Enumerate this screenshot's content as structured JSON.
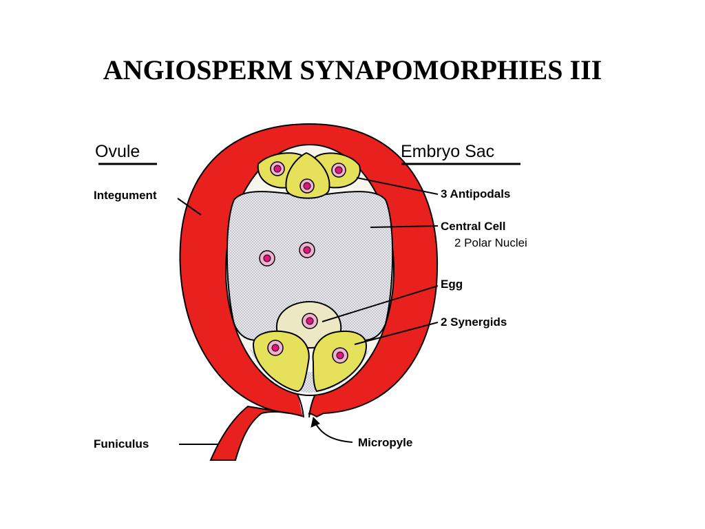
{
  "title": "ANGIOSPERM SYNAPOMORPHIES III",
  "headings": {
    "ovule": "Ovule",
    "embryo_sac": "Embryo Sac"
  },
  "labels": {
    "integument": "Integument",
    "antipodals": "3 Antipodals",
    "central_cell": "Central Cell",
    "polar_nuclei": "2 Polar Nuclei",
    "egg": "Egg",
    "synergids": "2 Synergids",
    "funiculus": "Funiculus",
    "micropyle": "Micropyle"
  },
  "colors": {
    "integument": "#e8201e",
    "cell_yellow": "#e6e15a",
    "egg_cell": "#ece8c4",
    "central_cell": "#e4e4ea",
    "nucleus": "#e0137f",
    "nucleus_ring": "#f2b2cf"
  }
}
